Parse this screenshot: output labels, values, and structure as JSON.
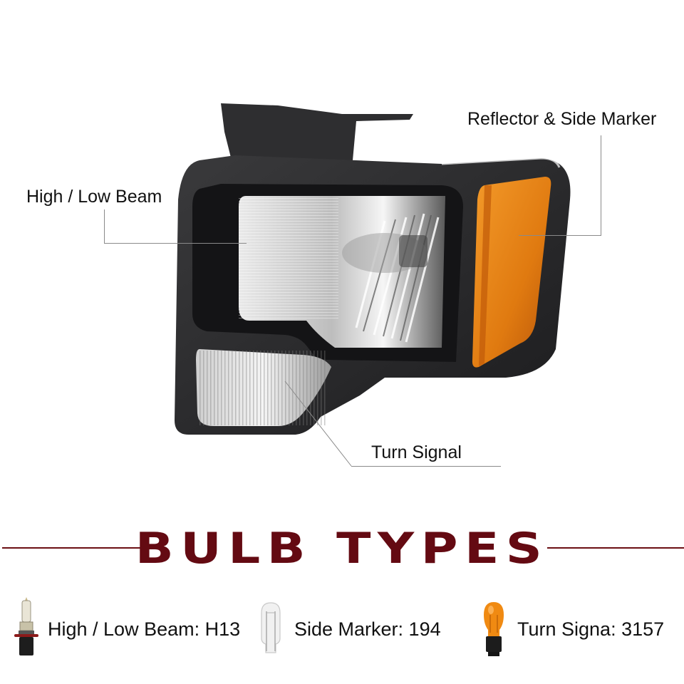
{
  "product": {
    "name": "Headlight assembly (black housing, clear lens, amber side marker)",
    "colors": {
      "housing": "#2b2b2d",
      "lens_chrome": "#d8d8d8",
      "amber_marker": "#e07a10",
      "title": "#640a12",
      "leader_line": "#8a8a8a"
    }
  },
  "callouts": [
    {
      "id": "high-low-beam",
      "label": "High / Low Beam"
    },
    {
      "id": "reflector-side-marker",
      "label": "Reflector & Side Marker"
    },
    {
      "id": "turn-signal",
      "label": "Turn Signal"
    }
  ],
  "section": {
    "title": "BULB TYPES"
  },
  "bulbs": [
    {
      "icon": "h13-halogen-bulb-icon",
      "label": "High / Low Beam: H13"
    },
    {
      "icon": "194-wedge-bulb-icon",
      "label": "Side Marker: 194"
    },
    {
      "icon": "3157-amber-bulb-icon",
      "label": "Turn Signa: 3157"
    }
  ]
}
